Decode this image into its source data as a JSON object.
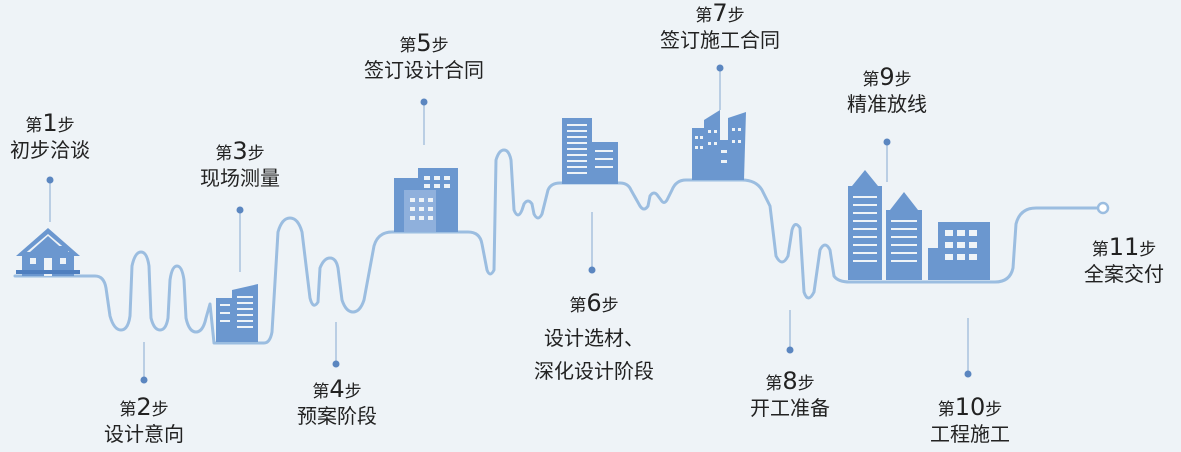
{
  "steps": [
    {
      "prefix": "第",
      "num": "1",
      "suffix": "步",
      "title": [
        "初步洽谈"
      ]
    },
    {
      "prefix": "第",
      "num": "2",
      "suffix": "步",
      "title": [
        "设计意向"
      ]
    },
    {
      "prefix": "第",
      "num": "3",
      "suffix": "步",
      "title": [
        "现场测量"
      ]
    },
    {
      "prefix": "第",
      "num": "4",
      "suffix": "步",
      "title": [
        "预案阶段"
      ]
    },
    {
      "prefix": "第",
      "num": "5",
      "suffix": "步",
      "title": [
        "签订设计合同"
      ]
    },
    {
      "prefix": "第",
      "num": "6",
      "suffix": "步",
      "title": [
        "设计选材、",
        "深化设计阶段"
      ]
    },
    {
      "prefix": "第",
      "num": "7",
      "suffix": "步",
      "title": [
        "签订施工合同"
      ]
    },
    {
      "prefix": "第",
      "num": "8",
      "suffix": "步",
      "title": [
        "开工准备"
      ]
    },
    {
      "prefix": "第",
      "num": "9",
      "suffix": "步",
      "title": [
        "精准放线"
      ]
    },
    {
      "prefix": "第",
      "num": "10",
      "suffix": "步",
      "title": [
        "工程施工"
      ]
    },
    {
      "prefix": "第",
      "num": "11",
      "suffix": "步",
      "title": [
        "全案交付"
      ]
    }
  ],
  "colors": {
    "line": "#9bbde0",
    "icon": "#6b97cf",
    "dot": "#5b86c0",
    "text": "#222222",
    "background": "#eef3f7"
  }
}
